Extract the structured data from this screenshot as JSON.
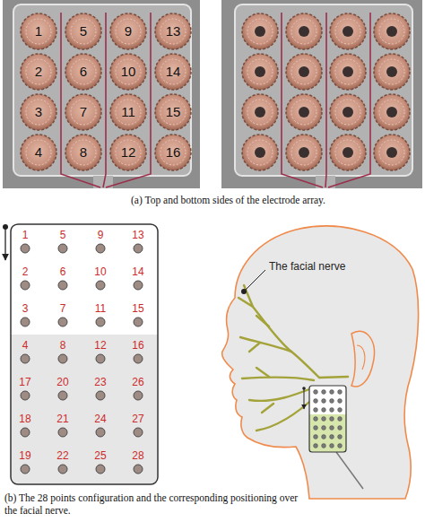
{
  "diagram": {
    "labels": [
      "1",
      "5",
      "9",
      "13",
      "2",
      "6",
      "10",
      "14",
      "3",
      "7",
      "11",
      "15",
      "4",
      "8",
      "12",
      "16",
      "(a) Top and bottom sides of the electrode array.",
      "1",
      "5",
      "9",
      "13",
      "2",
      "6",
      "10",
      "14",
      "3",
      "7",
      "11",
      "15",
      "4",
      "8",
      "12",
      "16",
      "17",
      "20",
      "23",
      "26",
      "18",
      "21",
      "24",
      "27",
      "19",
      "22",
      "25",
      "28",
      "The facial nerve",
      "(b) The 28 points configuration and the corresponding positioning over the facial nerve."
    ]
  }
}
